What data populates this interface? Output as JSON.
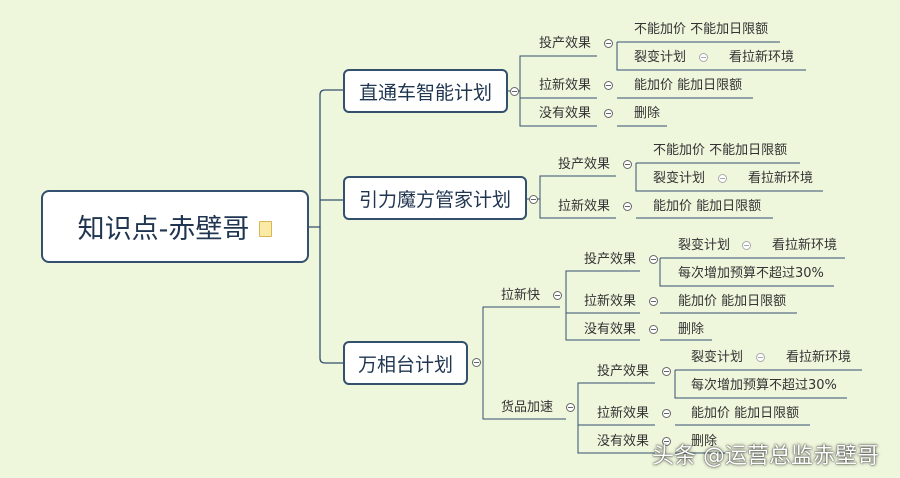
{
  "root": "知识点-赤壁哥",
  "zhitongche": {
    "title": "直通车智能计划",
    "touchan": "投产效果",
    "touchan_a": "不能加价 不能加日限额",
    "touchan_b1": "裂变计划",
    "touchan_b2": "看拉新环境",
    "laxin": "拉新效果",
    "laxin_v": "能加价 能加日限额",
    "meiyou": "没有效果",
    "meiyou_v": "删除"
  },
  "yinli": {
    "title": "引力魔方管家计划",
    "touchan": "投产效果",
    "touchan_a": "不能加价 不能加日限额",
    "touchan_b1": "裂变计划",
    "touchan_b2": "看拉新环境",
    "laxin": "拉新效果",
    "laxin_v": "能加价 能加日限额"
  },
  "wanxiang": {
    "title": "万相台计划",
    "laxinkuai": {
      "label": "拉新快",
      "touchan": "投产效果",
      "touchan_a1": "裂变计划",
      "touchan_a2": "看拉新环境",
      "touchan_b": "每次增加预算不超过30%",
      "laxin": "拉新效果",
      "laxin_v": "能加价 能加日限额",
      "meiyou": "没有效果",
      "meiyou_v": "删除"
    },
    "huopin": {
      "label": "货品加速",
      "touchan": "投产效果",
      "touchan_a1": "裂变计划",
      "touchan_a2": "看拉新环境",
      "touchan_b": "每次增加预算不超过30%",
      "laxin": "拉新效果",
      "laxin_v": "能加价 能加日限额",
      "meiyou": "没有效果",
      "meiyou_v": "删除"
    }
  },
  "watermark": "头条 @运营总监赤壁哥"
}
